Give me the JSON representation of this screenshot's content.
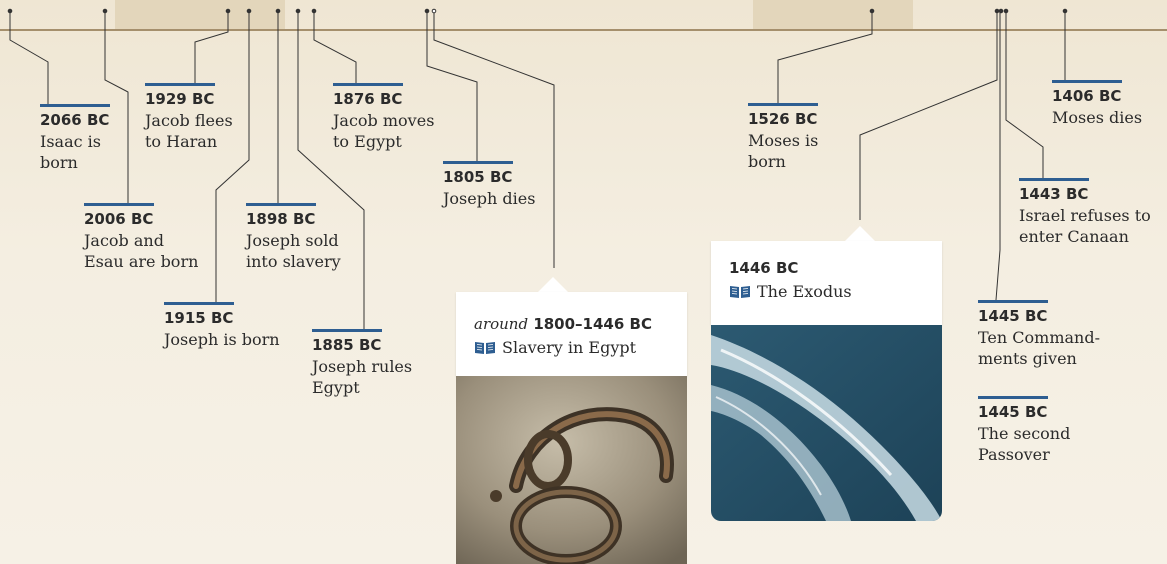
{
  "colors": {
    "accent_bar": "#2e5e91",
    "connector": "#333333",
    "axis": "#a58f6c",
    "background": "#f4eee1"
  },
  "events": [
    {
      "id": "isaac-born",
      "date": "2066 BC",
      "lines": [
        "Isaac is",
        "born"
      ]
    },
    {
      "id": "jacob-esau-born",
      "date": "2006 BC",
      "lines": [
        "Jacob and",
        "Esau are born"
      ]
    },
    {
      "id": "jacob-flees",
      "date": "1929 BC",
      "lines": [
        "Jacob flees",
        "to Haran"
      ]
    },
    {
      "id": "joseph-born",
      "date": "1915 BC",
      "lines": [
        "Joseph is born"
      ]
    },
    {
      "id": "joseph-sold",
      "date": "1898 BC",
      "lines": [
        "Joseph sold",
        "into slavery"
      ]
    },
    {
      "id": "joseph-rules",
      "date": "1885 BC",
      "lines": [
        "Joseph rules",
        "Egypt"
      ]
    },
    {
      "id": "jacob-moves",
      "date": "1876 BC",
      "lines": [
        "Jacob moves",
        "to Egypt"
      ]
    },
    {
      "id": "joseph-dies",
      "date": "1805 BC",
      "lines": [
        "Joseph dies"
      ]
    },
    {
      "id": "moses-born",
      "date": "1526 BC",
      "lines": [
        "Moses is",
        "born"
      ]
    },
    {
      "id": "moses-dies",
      "date": "1406 BC",
      "lines": [
        "Moses dies"
      ]
    },
    {
      "id": "israel-refuses",
      "date": "1443 BC",
      "lines": [
        "Israel refuses to",
        "enter Canaan"
      ]
    },
    {
      "id": "ten-commandments",
      "date": "1445 BC",
      "lines": [
        "Ten Command-",
        "ments given"
      ]
    },
    {
      "id": "second-passover",
      "date": "1445 BC",
      "lines": [
        "The second",
        "Passover"
      ]
    }
  ],
  "cards": {
    "slavery": {
      "qualifier": "around",
      "date": "1800–1446 BC",
      "title": "Slavery in Egypt",
      "icon": "book-icon",
      "photo": "shackles-photo"
    },
    "exodus": {
      "date": "1446 BC",
      "title": "The Exodus",
      "icon": "book-icon",
      "photo": "sea-wake-photo"
    }
  }
}
